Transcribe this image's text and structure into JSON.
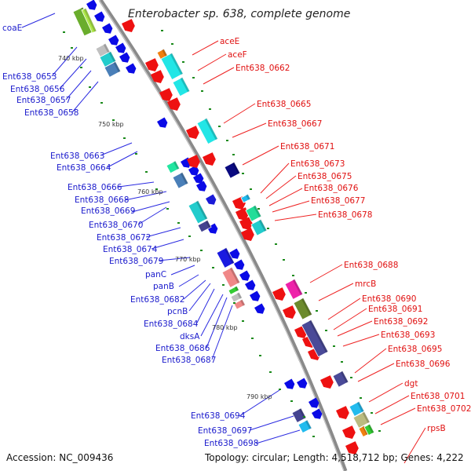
{
  "title": "Enterobacter sp. 638, complete genome",
  "footer": {
    "accession": "Accession: NC_009436",
    "summary": "Topology: circular; Length: 4,518,712 bp; Genes: 4,222"
  },
  "ruler": {
    "unit": "kbp",
    "ticks": [
      "740 kbp",
      "750 kbp",
      "760 kbp",
      "770 kbp",
      "780 kbp",
      "790 kbp"
    ]
  },
  "colors": {
    "backbone": "#888888",
    "forward_label": "#e01010",
    "reverse_label": "#1a1acc",
    "tick_mark": "#1a8a1a"
  },
  "labels_reverse": [
    "coaE",
    "Ent638_0653",
    "Ent638_0656",
    "Ent638_0657",
    "Ent638_0658",
    "Ent638_0663",
    "Ent638_0664",
    "Ent638_0666",
    "Ent638_0668",
    "Ent638_0669",
    "Ent638_0670",
    "Ent638_0672",
    "Ent638_0674",
    "Ent638_0679",
    "panC",
    "panB",
    "Ent638_0682",
    "pcnB",
    "Ent638_0684",
    "dksA",
    "Ent638_0686",
    "Ent638_0687",
    "Ent638_0694",
    "Ent638_0697",
    "Ent638_0698"
  ],
  "labels_forward": [
    "aceE",
    "aceF",
    "Ent638_0662",
    "Ent638_0665",
    "Ent638_0667",
    "Ent638_0671",
    "Ent638_0673",
    "Ent638_0675",
    "Ent638_0676",
    "Ent638_0677",
    "Ent638_0678",
    "Ent638_0688",
    "mrcB",
    "Ent638_0690",
    "Ent638_0691",
    "Ent638_0692",
    "Ent638_0693",
    "Ent638_0695",
    "Ent638_0696",
    "dgt",
    "Ent638_0701",
    "Ent638_0702",
    "rpsB"
  ]
}
